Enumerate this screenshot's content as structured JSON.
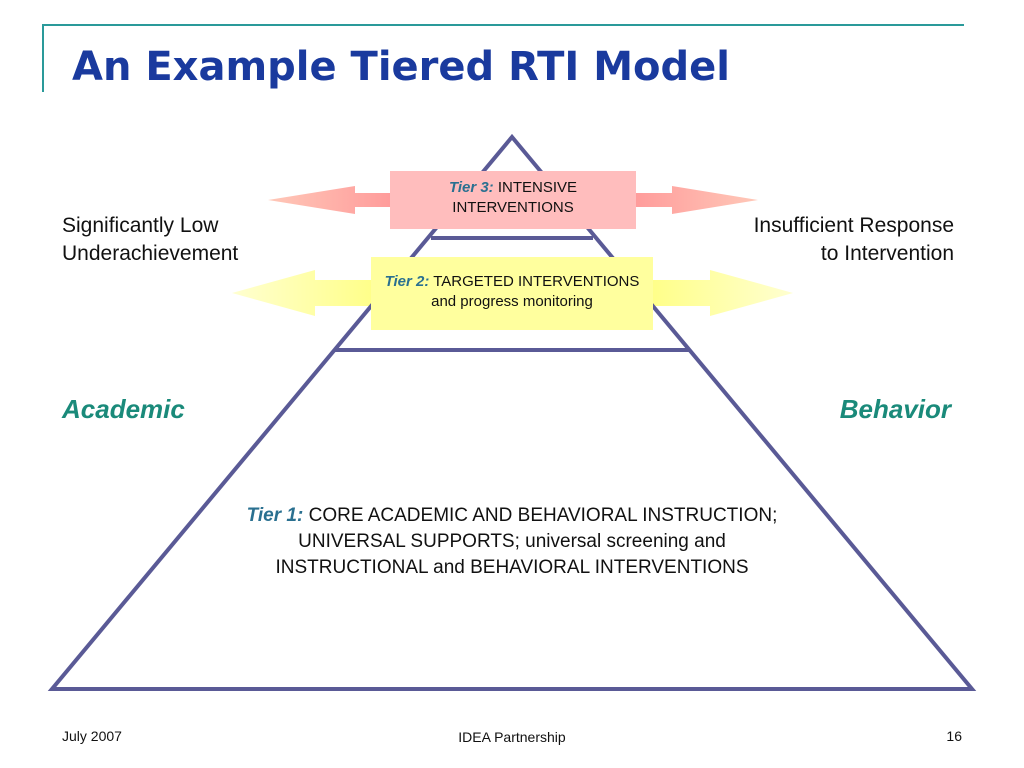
{
  "slide": {
    "title": "An Example Tiered RTI Model"
  },
  "side_labels": {
    "left_line1": "Significantly Low",
    "left_line2": "Underachievement",
    "right_line1": "Insufficient Response",
    "right_line2": "to Intervention",
    "academic": "Academic",
    "behavior": "Behavior"
  },
  "tiers": {
    "tier3": {
      "name": "Tier  3:",
      "line1": "INTENSIVE",
      "line2": "INTERVENTIONS"
    },
    "tier2": {
      "name": "Tier 2:",
      "line1": "TARGETED INTERVENTIONS",
      "line2": "and progress monitoring"
    },
    "tier1": {
      "name": "Tier 1:",
      "text": "CORE ACADEMIC AND BEHAVIORAL INSTRUCTION; UNIVERSAL SUPPORTS; universal screening and INSTRUCTIONAL and BEHAVIORAL INTERVENTIONS"
    }
  },
  "footer": {
    "date": "July  2007",
    "center": "IDEA Partnership",
    "page": "16"
  },
  "colors": {
    "title": "#1a3a9e",
    "frame": "#2a9a9a",
    "pyramid_outline": "#5a5a96",
    "tier3_fill": "#ffbdbd",
    "tier2_fill": "#ffff9e",
    "domain_label": "#1a8a7a"
  }
}
